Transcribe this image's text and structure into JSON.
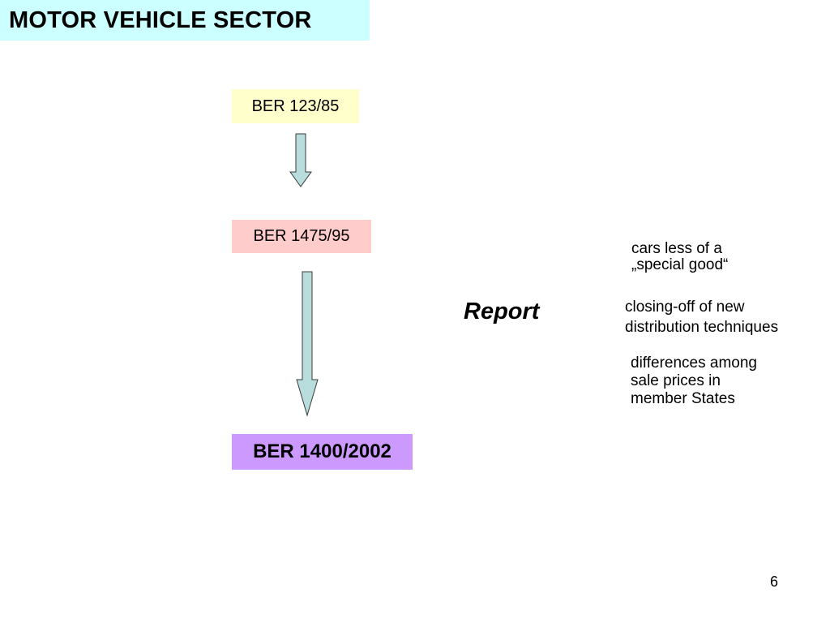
{
  "title": "MOTOR VEHICLE SECTOR",
  "boxes": [
    {
      "label": "BER 123/85",
      "color": "#ffffcc"
    },
    {
      "label": "BER 1475/95",
      "color": "#ffcccc"
    },
    {
      "label": "BER 1400/2002",
      "color": "#cc99ff"
    }
  ],
  "arrow_color": "#b9dcdd",
  "report_label": "Report",
  "report_items": [
    {
      "lines": [
        "cars less of a",
        "„special good“"
      ]
    },
    {
      "lines": [
        "closing-off of new",
        "distribution techniques"
      ]
    },
    {
      "lines": [
        "differences among",
        "sale prices in",
        "member States"
      ]
    }
  ],
  "page_number": "6"
}
